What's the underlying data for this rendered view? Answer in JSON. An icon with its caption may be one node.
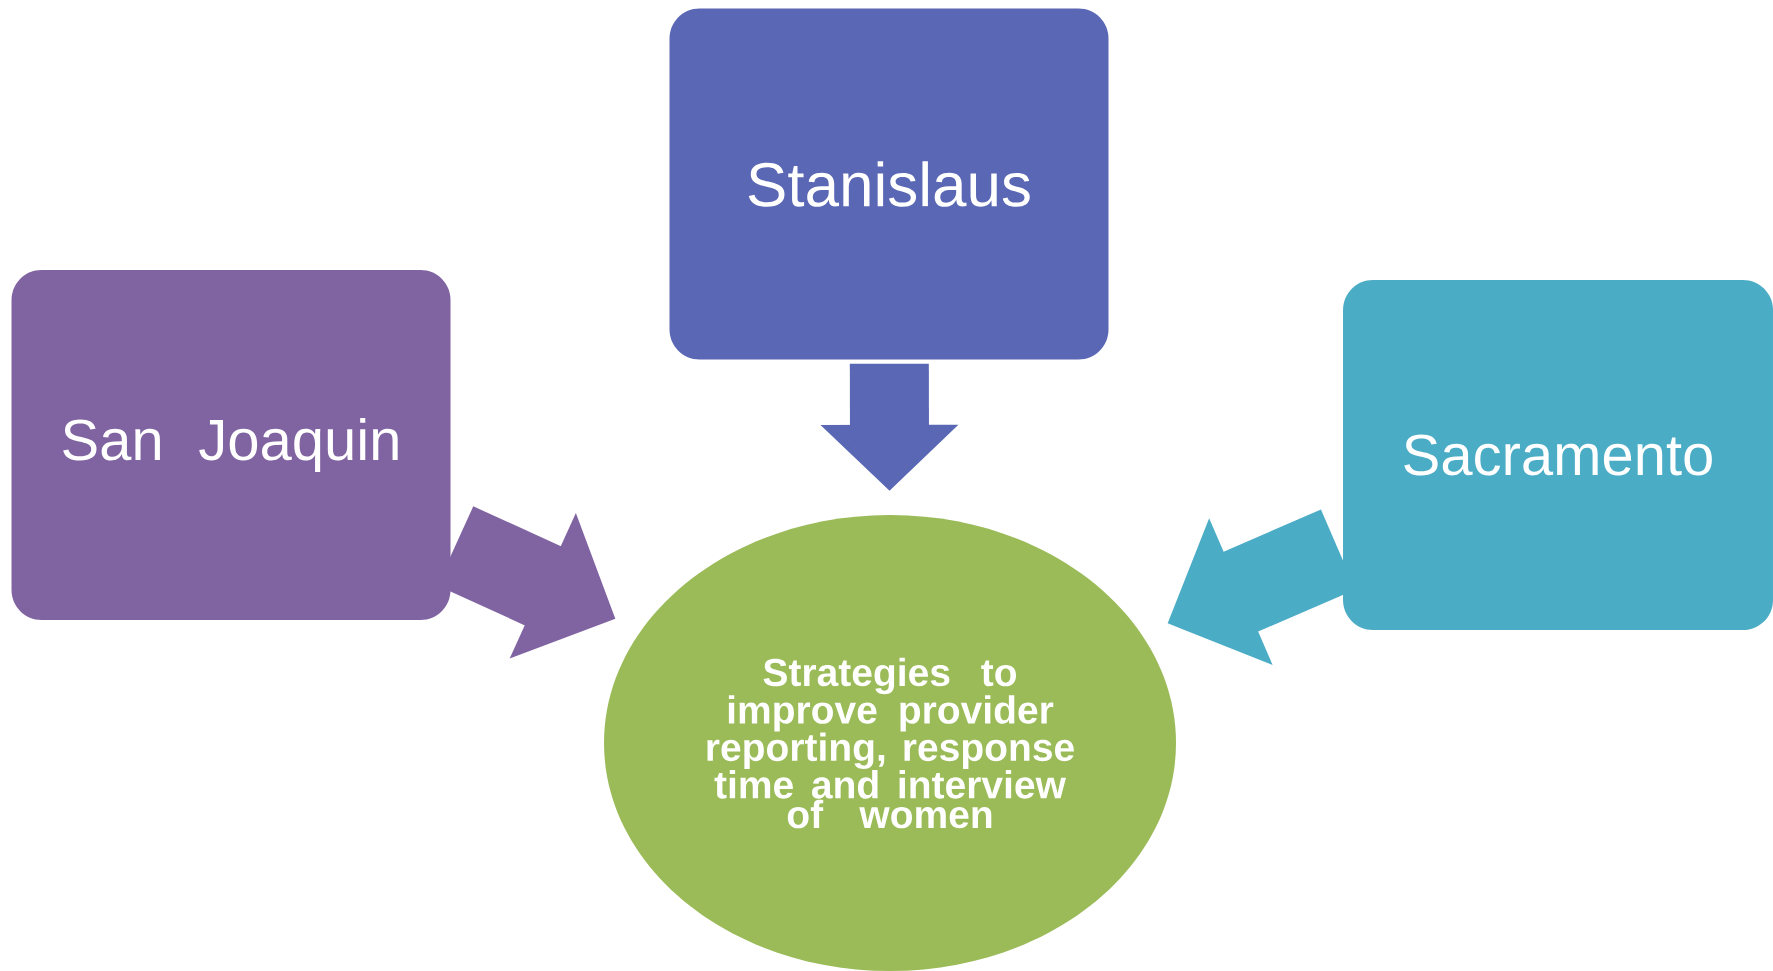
{
  "diagram": {
    "nodes": [
      {
        "text": [
          "Stanislaus"
        ]
      },
      {
        "text": [
          "San Joaquin"
        ]
      },
      {
        "text": [
          "Sacramento"
        ]
      },
      {
        "text": [
          "Strategies to improve provider reporting, response time and interview of women"
        ]
      }
    ],
    "edges": [
      {
        "from": 0,
        "to": 3,
        "arrow": "to",
        "color": "#5a67b4"
      },
      {
        "from": 1,
        "to": 3,
        "arrow": "to",
        "color": "#8064a2"
      },
      {
        "from": 2,
        "to": 3,
        "arrow": "to",
        "color": "#4bacc6"
      }
    ]
  }
}
